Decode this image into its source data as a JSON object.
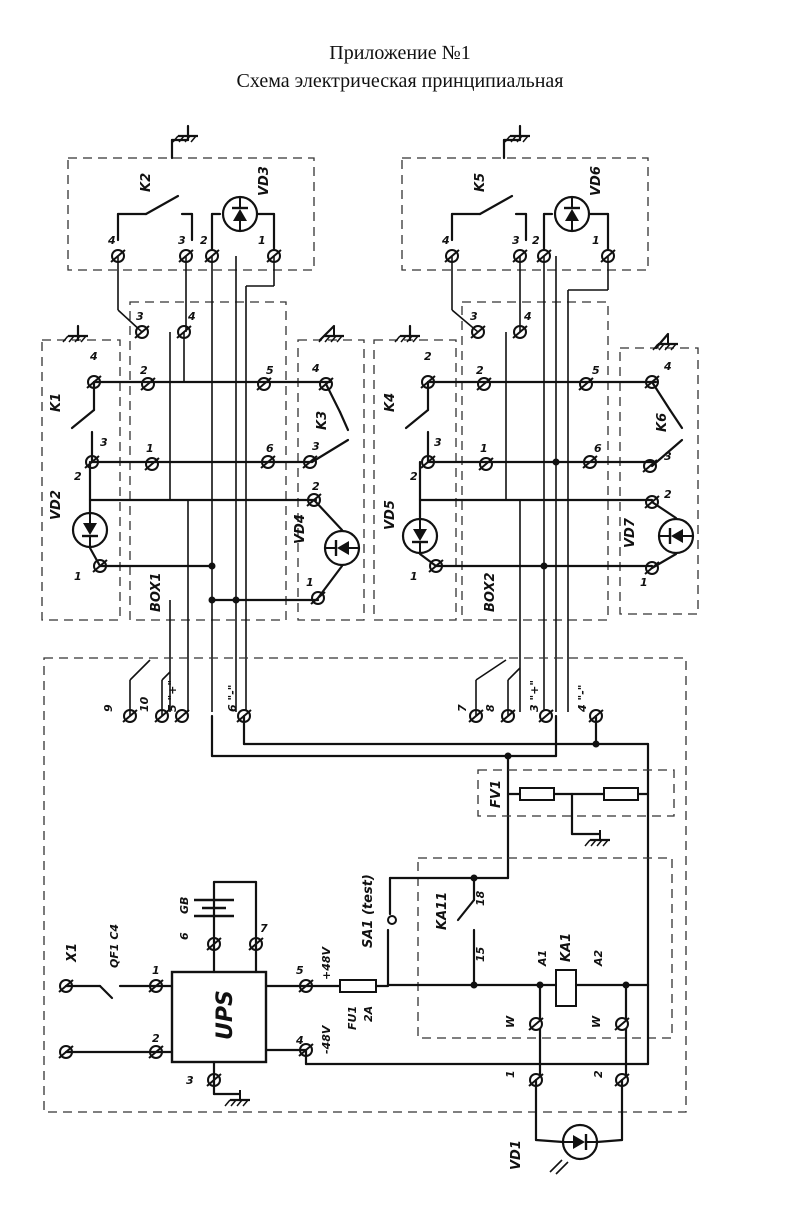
{
  "title": {
    "line1": "Приложение №1",
    "line2": "Схема электрическая принципиальная"
  },
  "colors": {
    "ink": "#111111",
    "paper": "#ffffff"
  },
  "components": {
    "relays": [
      "K1",
      "K2",
      "K3",
      "K4",
      "K5",
      "K6"
    ],
    "leds": [
      "VD1",
      "VD2",
      "VD3",
      "VD4",
      "VD5",
      "VD6",
      "VD7"
    ],
    "boxes": [
      "BOX1",
      "BOX2"
    ],
    "ups": "UPS",
    "battery": "GB",
    "breaker": "QF1 C4",
    "connector": "X1",
    "fuse": "FU1",
    "fuse_rating": "2A",
    "switch": "SA1 (test)",
    "relay_contact": "KA11",
    "relay_coil": "KA1",
    "surge_protector": "FV1",
    "plus_voltage": "+48V",
    "minus_voltage": "-48V"
  },
  "terminal_labels": {
    "n1": "1",
    "n2": "2",
    "n3": "3",
    "n4": "4",
    "n5": "5",
    "n6": "6",
    "n7": "7",
    "n8": "8",
    "n9": "9",
    "n10": "10",
    "n15": "15",
    "n18": "18",
    "q5": "5 \"+\"",
    "q6": "6 \"-\"",
    "q3": "3 \"+\"",
    "q4": "4 \"-\"",
    "a1": "A1",
    "a2": "A2",
    "w": "W"
  }
}
